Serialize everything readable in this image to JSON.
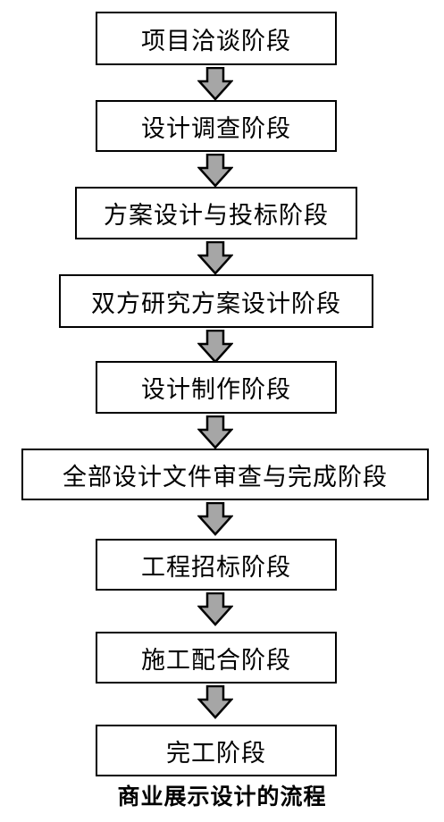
{
  "steps": [
    {
      "label": "项目洽谈阶段"
    },
    {
      "label": "设计调查阶段"
    },
    {
      "label": "方案设计与投标阶段"
    },
    {
      "label": "双方研究方案设计阶段"
    },
    {
      "label": "设计制作阶段"
    },
    {
      "label": "全部设计文件审查与完成阶段"
    },
    {
      "label": "工程招标阶段"
    },
    {
      "label": "施工配合阶段"
    },
    {
      "label": "完工阶段"
    }
  ],
  "caption": "商业展示设计的流程",
  "colors": {
    "arrow_fill": "#a6a6a6",
    "border": "#000000",
    "background": "#ffffff"
  }
}
